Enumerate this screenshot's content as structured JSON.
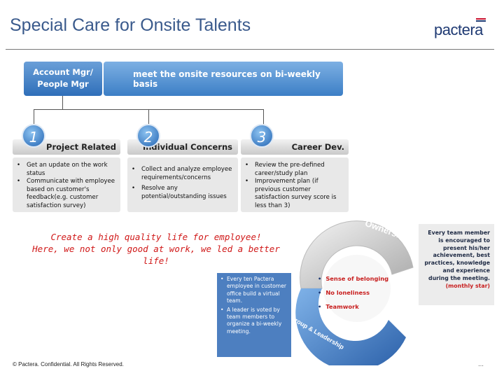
{
  "header": {
    "title": "Special Care for Onsite Talents",
    "logo_text": "pactera"
  },
  "top": {
    "left_label_line1": "Account Mgr/",
    "left_label_line2": "People Mgr",
    "right_label": "meet the onsite resources on bi-weekly basis"
  },
  "categories": [
    {
      "number": "1",
      "title": "Project Related",
      "items": [
        "Get an update on the work status",
        "Communicate with employee based on customer's feedback(e.g. customer satisfaction survey)"
      ]
    },
    {
      "number": "2",
      "title": "Individual Concerns",
      "items": [
        "Collect and analyze employee requirements/concerns",
        "Resolve any potential/outstanding issues"
      ]
    },
    {
      "number": "3",
      "title": "Career Dev.",
      "items": [
        "Review the pre-defined career/study plan",
        "Improvement plan (if previous customer satisfaction survey score is less than 3)"
      ]
    }
  ],
  "note": {
    "line1": "Create a high quality life for employee!",
    "line2": "Here, we not only good at work, we led a better",
    "line3": "life!"
  },
  "ring": {
    "ownership_label": "Ownership",
    "group_label": "Group & Leadership",
    "center_items": [
      "Sense of belonging",
      "No loneliness",
      "Teamwork"
    ],
    "ownership_text": "Every team member is encouraged to present his/her achievement, best practices, knowledge and experience during the meeting.",
    "ownership_highlight": "(monthly star)",
    "group_items": [
      "Every ten Pactera employee in customer office build a virtual team.",
      "A leader is voted by team members to organize a bi-weekly meeting."
    ]
  },
  "footer": {
    "copyright": "© Pactera. Confidential. All Rights Reserved.",
    "page": "…"
  },
  "colors": {
    "title": "#3a5a8c",
    "accent_blue": "#2f6fb9",
    "note_red": "#d01818"
  }
}
